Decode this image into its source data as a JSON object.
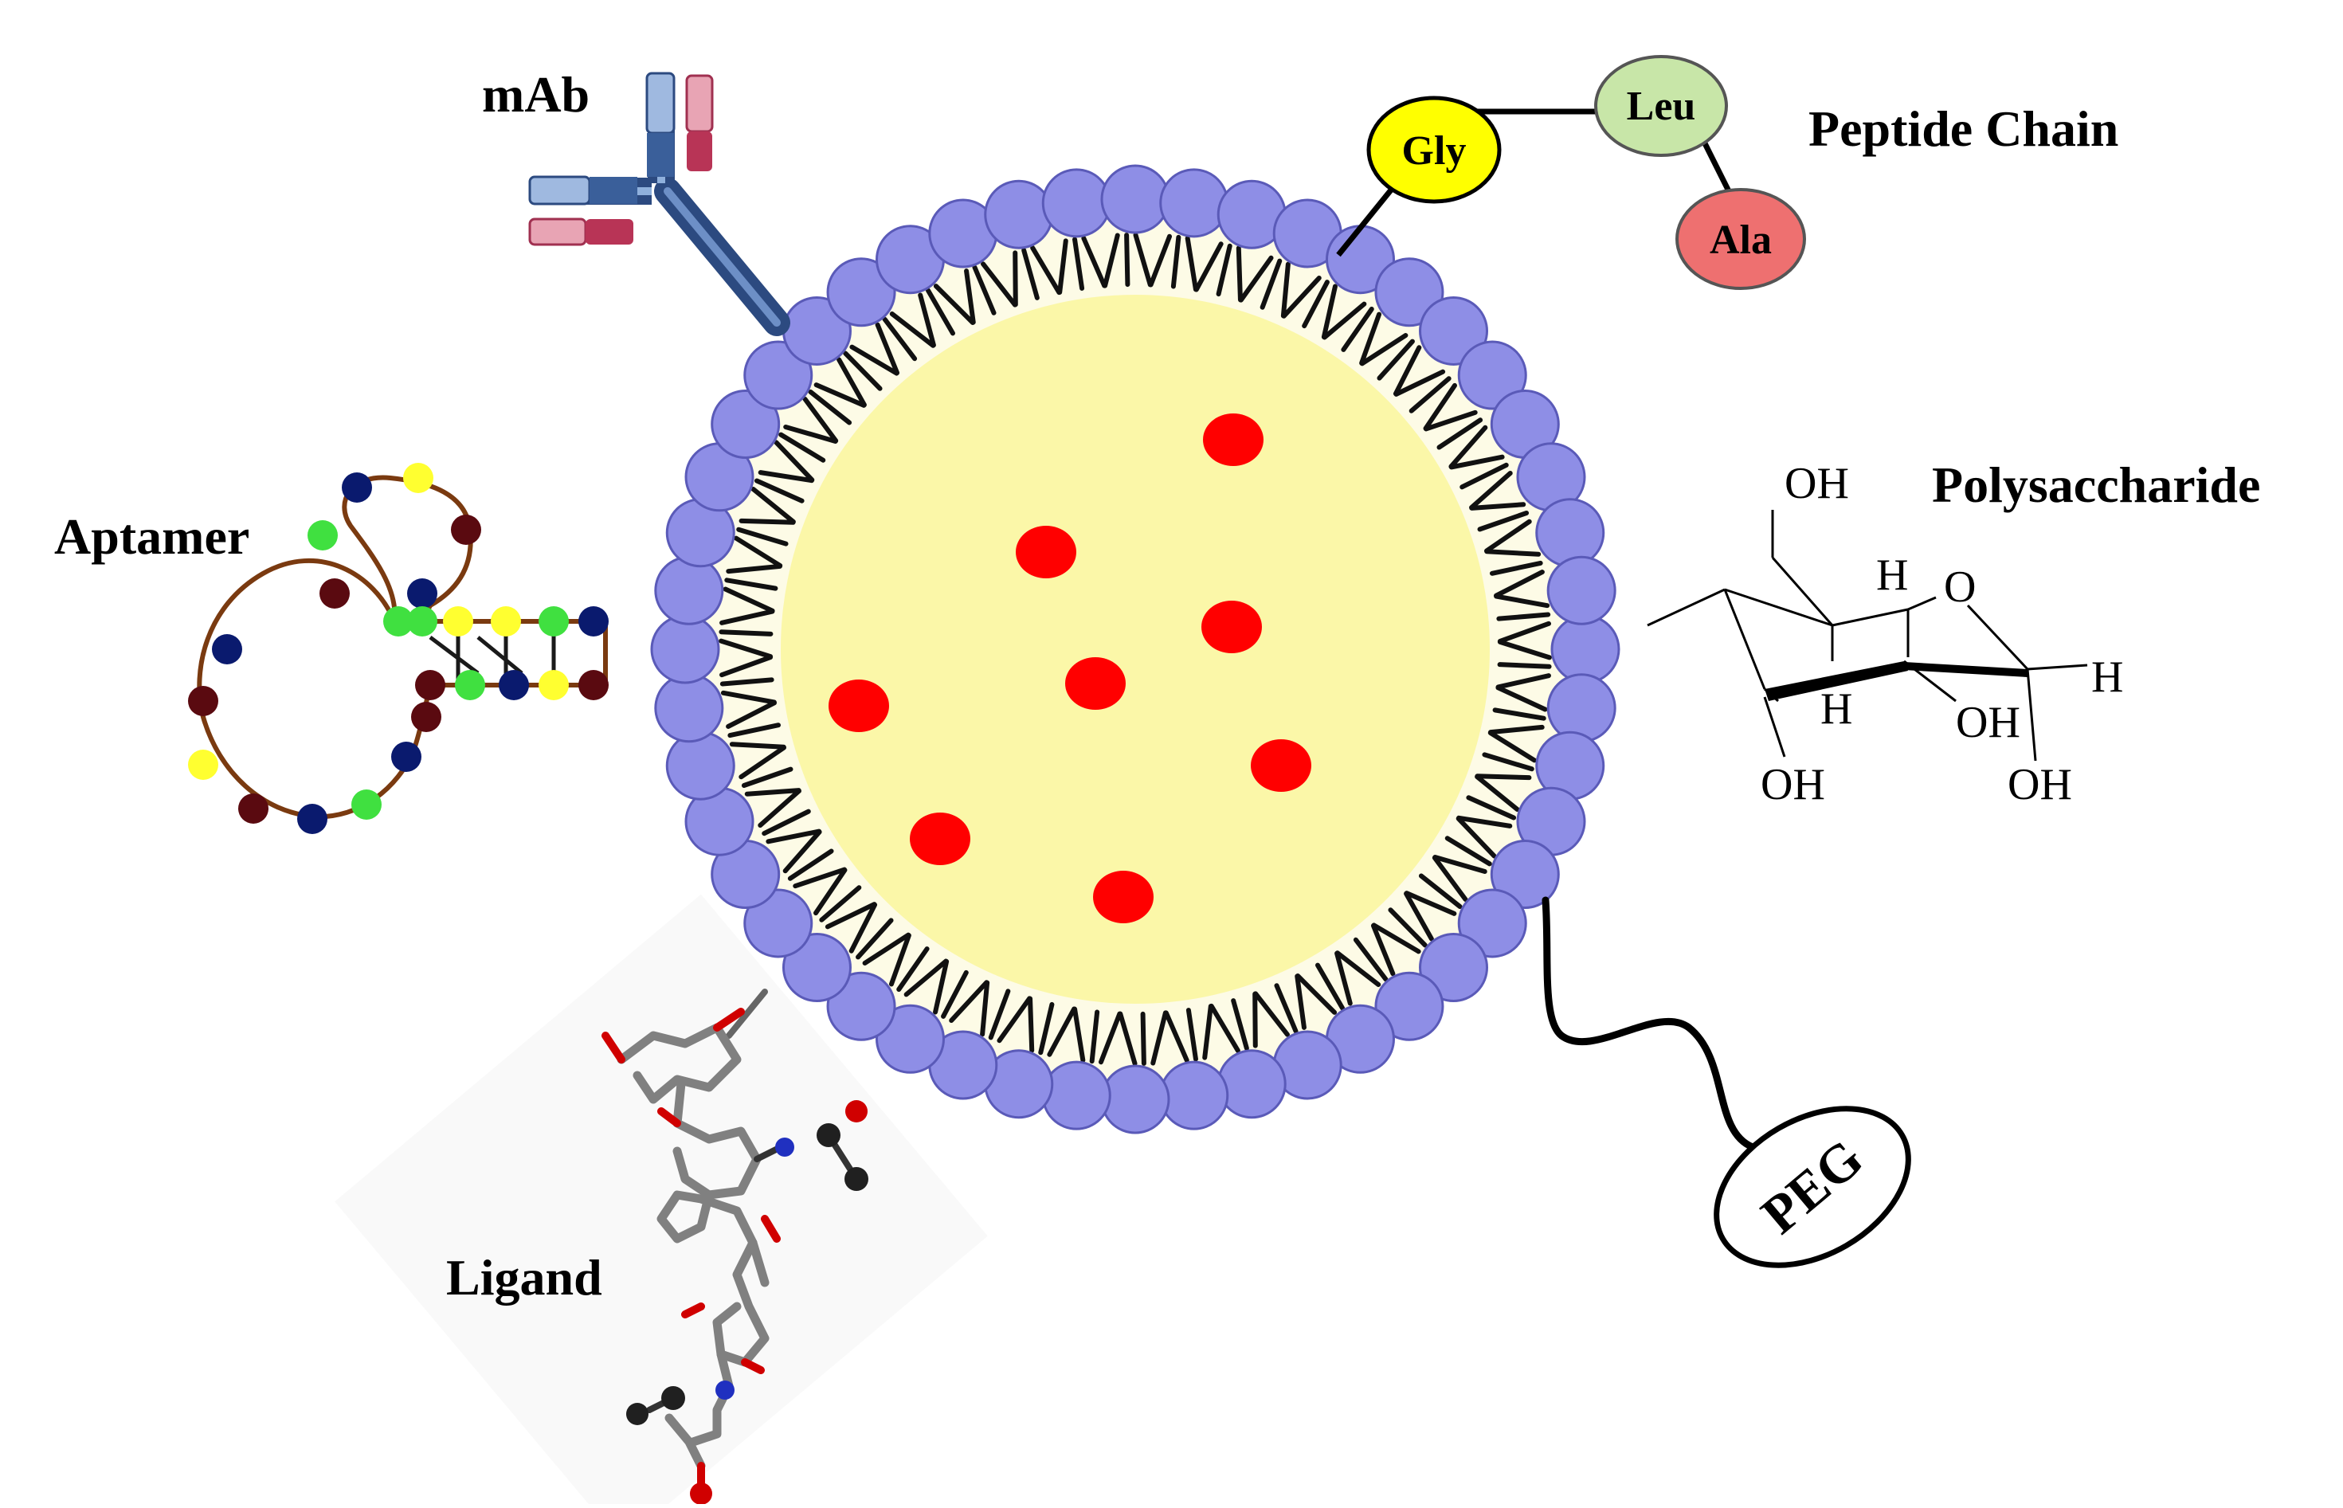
{
  "labels": {
    "mab": "mAb",
    "peptide_chain": "Peptide Chain",
    "aptamer": "Aptamer",
    "polysaccharide": "Polysaccharide",
    "ligand": "Ligand",
    "peg": "PEG"
  },
  "peptide_residues": {
    "gly": "Gly",
    "leu": "Leu",
    "ala": "Ala"
  },
  "sugar_atoms": {
    "oh_top": "OH",
    "h_top": "H",
    "o_ring": "O",
    "h_right": "H",
    "h_mid": "H",
    "oh_mid": "OH",
    "oh_bottom_left": "OH",
    "oh_bottom_right": "OH"
  },
  "colors": {
    "headgroup": "#8e8ee6",
    "headgroup_stroke": "#5a5ab8",
    "core": "#fbf7a8",
    "tail_zone": "#fdfbe6",
    "drug": "#ff0000",
    "gly": "#ffff00",
    "leu": "#c8e6a8",
    "ala": "#ee7070",
    "antibody_blue": "#3a5f9a",
    "antibody_pink": "#c8506a",
    "aptamer_backbone": "#7a3a10",
    "aptamer_navy": "#0a1a6e",
    "aptamer_maroon": "#5a0a10",
    "aptamer_yellow": "#ffff30",
    "aptamer_green": "#40e040"
  },
  "liposome": {
    "drug_count": 8,
    "headgroup_count": 48
  }
}
